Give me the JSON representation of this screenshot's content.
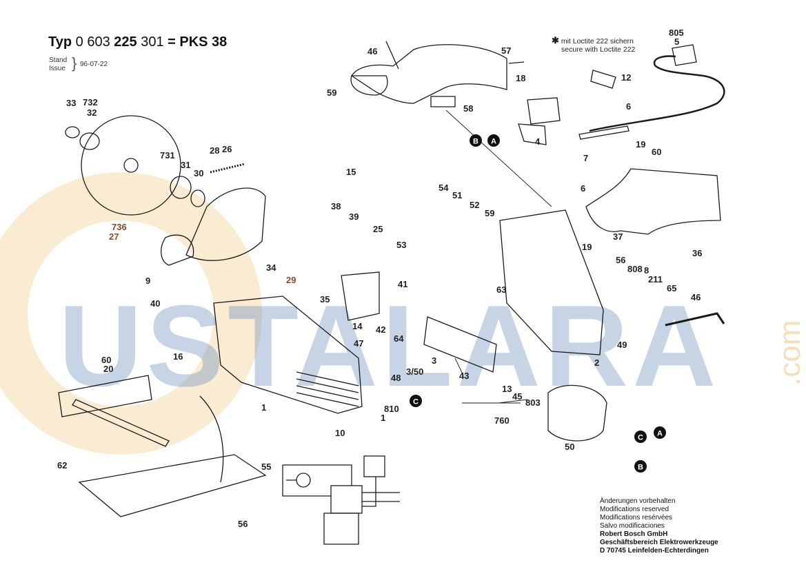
{
  "header": {
    "typ_label": "Typ",
    "part_number_plain": "0 603",
    "part_number_bold": "225",
    "part_number_tail": "301",
    "model": "= PKS 38",
    "stand_label": "Stand",
    "issue_label": "Issue",
    "date": "96-07-22"
  },
  "loctite": {
    "de": "mit Loctite 222 sichern",
    "en": "secure with Loctite 222"
  },
  "footer_notes": {
    "line1": "Änderungen vorbehalten",
    "line2": "Modifications reserved",
    "line3": "Modifications resérvées",
    "line4": "Salvo modificaciones",
    "company": "Robert Bosch GmbH",
    "division": "Geschäftsbereich Elektrowerkzeuge",
    "address": "D 70745 Leinfelden-Echterdingen"
  },
  "watermark": {
    "text": "USTALARA",
    "suffix": ".com",
    "color_blue": "#5d86b8",
    "color_orange": "#f2c98a"
  },
  "part_labels": [
    "805",
    "5",
    "46",
    "57",
    "18",
    "12",
    "59",
    "58",
    "4",
    "6",
    "19",
    "7",
    "60",
    "33",
    "732",
    "32",
    "731",
    "31",
    "28",
    "30",
    "26",
    "15",
    "38",
    "39",
    "25",
    "53",
    "54",
    "51",
    "52",
    "59",
    "6",
    "37",
    "19",
    "36",
    "736",
    "27",
    "34",
    "29",
    "35",
    "9",
    "40",
    "14",
    "41",
    "42",
    "64",
    "56",
    "808",
    "8",
    "211",
    "65",
    "63",
    "46",
    "49",
    "16",
    "47",
    "48",
    "3/50",
    "3",
    "43",
    "13",
    "45",
    "803",
    "760",
    "60",
    "20",
    "1",
    "10",
    "810",
    "1",
    "2",
    "50",
    "62",
    "55",
    "56"
  ],
  "connector_markers": [
    "A",
    "B",
    "C"
  ]
}
